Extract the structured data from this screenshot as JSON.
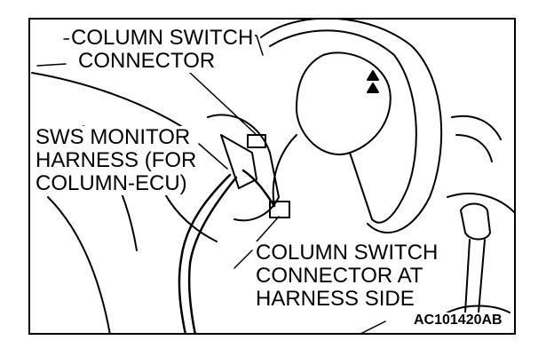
{
  "diagram": {
    "labels": {
      "column_switch_connector": [
        "COLUMN SWITCH",
        "CONNECTOR"
      ],
      "sws_monitor_harness": [
        "SWS MONITOR",
        "HARNESS (FOR",
        "COLUMN-ECU)"
      ],
      "column_switch_connector_harness_side": [
        "COLUMN SWITCH",
        "CONNECTOR AT",
        "HARNESS SIDE"
      ]
    },
    "figure_code": "AC101420AB"
  }
}
